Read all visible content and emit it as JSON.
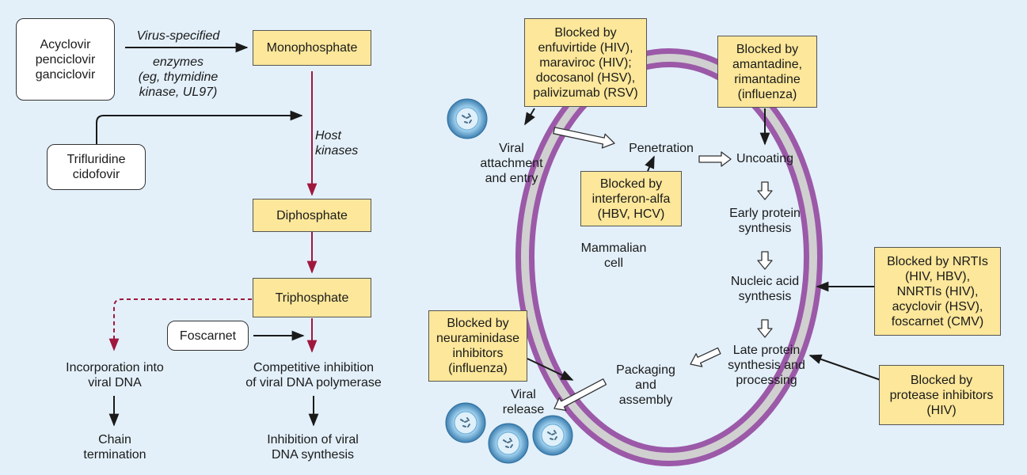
{
  "left": {
    "drugs_main": "Acyclovir\npenciclovir\nganciclovir",
    "virus_enzyme_top": "Virus-specified",
    "virus_enzyme_bottom": "enzymes\n(eg, thymidine\nkinase, UL97)",
    "monophosphate": "Monophosphate",
    "drugs_other": "Trifluridine\ncidofovir",
    "host_kinases": "Host\nkinases",
    "diphosphate": "Diphosphate",
    "triphosphate": "Triphosphate",
    "foscarnet": "Foscarnet",
    "incorporation": "Incorporation into\nviral DNA",
    "competitive": "Competitive inhibition\nof viral DNA polymerase",
    "chain_termination": "Chain\ntermination",
    "inhibition_synthesis": "Inhibition of viral\nDNA synthesis"
  },
  "right": {
    "blocked_entry": "Blocked by\nenfuvirtide (HIV),\nmaraviroc (HIV);\ndocosanol (HSV),\npalivizumab (RSV)",
    "blocked_uncoating": "Blocked by\namantadine,\nrimantadine\n(influenza)",
    "viral_attachment": "Viral\nattachment\nand entry",
    "penetration": "Penetration",
    "uncoating": "Uncoating",
    "blocked_interferon": "Blocked by\ninterferon-alfa\n(HBV, HCV)",
    "early_protein": "Early protein\nsynthesis",
    "mammalian_cell": "Mammalian\ncell",
    "blocked_nrti": "Blocked by NRTIs\n(HIV, HBV),\nNNRTIs (HIV),\nacyclovir (HSV),\nfoscarnet (CMV)",
    "nucleic_acid": "Nucleic acid\nsynthesis",
    "blocked_neuraminidase": "Blocked by\nneuraminidase\ninhibitors\n(influenza)",
    "late_protein": "Late protein\nsynthesis and\nprocessing",
    "packaging": "Packaging\nand\nassembly",
    "viral_release": "Viral\nrelease",
    "blocked_protease": "Blocked by\nprotease inhibitors\n(HIV)"
  },
  "colors": {
    "background": "#e3f0fa",
    "box_yellow": "#fce79a",
    "host_arrow": "#a0173e",
    "cell_membrane_outer": "#9b59a8",
    "cell_membrane_inner": "#d0d0d0",
    "virus_particle": "#7fbfe3"
  }
}
